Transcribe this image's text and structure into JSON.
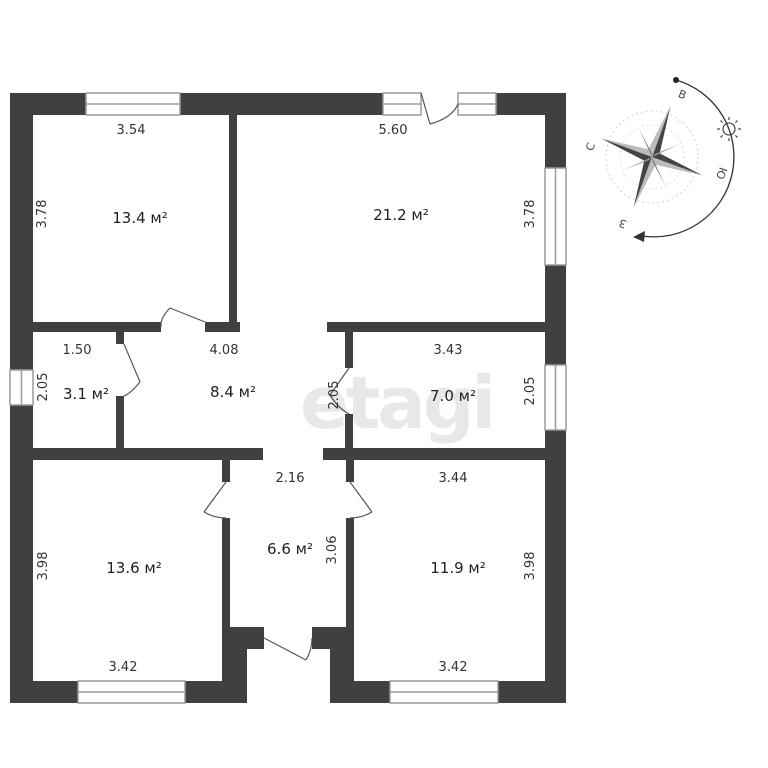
{
  "colors": {
    "wall": "#404040",
    "window_frame": "#9a9a9a",
    "door": "#555555",
    "watermark": "#e6e6e6"
  },
  "watermark_text": "etagi",
  "rooms": [
    {
      "id": "room-top-left",
      "area": "13.4 м²",
      "dim_top": "3.54",
      "dim_side": "3.78"
    },
    {
      "id": "room-top-right",
      "area": "21.2 м²",
      "dim_top": "5.60",
      "dim_side": "3.78"
    },
    {
      "id": "room-bath",
      "area": "3.1 м²",
      "dim_top": "1.50",
      "dim_side": "2.05"
    },
    {
      "id": "room-hall",
      "area": "8.4 м²",
      "dim_top": "4.08",
      "dim_side": "2.05"
    },
    {
      "id": "room-mid-right",
      "area": "7.0 м²",
      "dim_top": "3.43",
      "dim_side": "2.05"
    },
    {
      "id": "room-bot-left",
      "area": "13.6 м²",
      "dim_bottom": "3.42",
      "dim_side": "3.98"
    },
    {
      "id": "room-corridor",
      "area": "6.6 м²",
      "dim_top": "2.16",
      "dim_side": "3.06"
    },
    {
      "id": "room-bot-right",
      "area": "11.9 м²",
      "dim_top": "3.44",
      "dim_bottom": "3.42",
      "dim_side": "3.98"
    }
  ],
  "compass": {
    "north": "С",
    "east": "В",
    "south": "Ю",
    "west": "З",
    "sun_icon": "sun-icon",
    "moon_icon": "dot-icon"
  }
}
